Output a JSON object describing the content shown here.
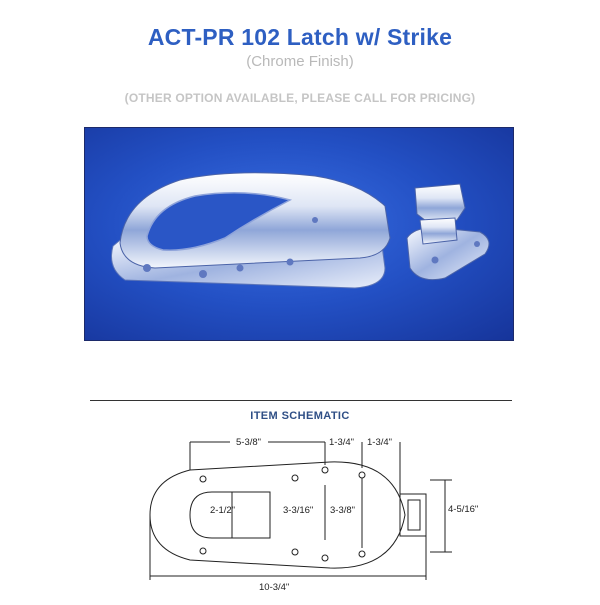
{
  "header": {
    "title": "ACT-PR 102 Latch w/ Strike",
    "subtitle": "(Chrome Finish)",
    "notice": "(OTHER OPTION AVAILABLE, PLEASE CALL FOR PRICING)"
  },
  "photo": {
    "background_color": "#2a58c9",
    "finish_color": "#e8ecf5"
  },
  "schematic": {
    "title": "ITEM SCHEMATIC",
    "dimensions": {
      "top_left": "5-3/8\"",
      "top_mid": "1-3/4\"",
      "top_right": "1-3/4\"",
      "width_inner": "2-1/2\"",
      "mid_a": "3-3/16\"",
      "mid_b": "3-3/8\"",
      "height": "4-5/16\"",
      "overall": "10-3/4\""
    }
  }
}
